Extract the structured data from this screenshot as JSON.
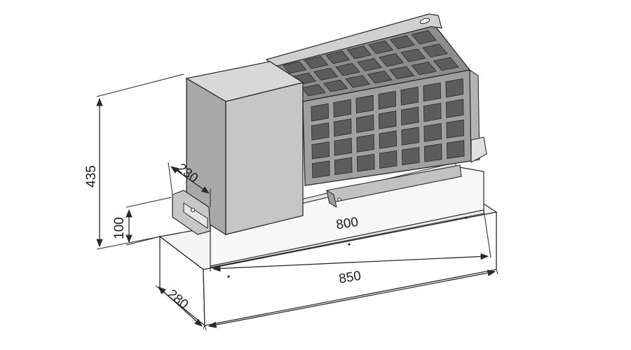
{
  "dimensions": {
    "width_inner": "800",
    "width_outer": "850",
    "depth": "280",
    "height_total": "435",
    "height_base": "100",
    "motor_depth": "230"
  },
  "colors": {
    "line": "#2a2a2a",
    "panel_light": "#f0f0f0",
    "motor_front": "#c7c7c7",
    "motor_side": "#a3a3a3",
    "motor_top": "#d6d6d6",
    "filter_face": "#9a9a9a",
    "filter_cell": "#5c5c5c"
  }
}
